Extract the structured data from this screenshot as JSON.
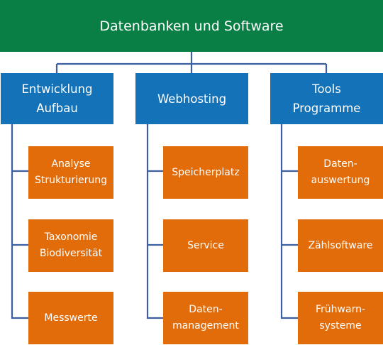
{
  "colors": {
    "root": "#0a7f45",
    "category": "#1472b9",
    "leaf": "#e36c0a",
    "connector": "#3c5fa0",
    "text": "#ffffff"
  },
  "root": {
    "lines": [
      "Datenbanken und Software"
    ]
  },
  "columns": [
    {
      "lines": [
        "Entwicklung",
        "Aufbau"
      ],
      "items": [
        {
          "lines": [
            "Analyse",
            "Strukturierung"
          ]
        },
        {
          "lines": [
            "Taxonomie",
            "Biodiversität"
          ]
        },
        {
          "lines": [
            "Messwerte"
          ]
        }
      ]
    },
    {
      "lines": [
        "Webhosting"
      ],
      "items": [
        {
          "lines": [
            "Speicherplatz"
          ]
        },
        {
          "lines": [
            "Service"
          ]
        },
        {
          "lines": [
            "Daten-",
            "management"
          ]
        }
      ]
    },
    {
      "lines": [
        "Tools",
        "Programme"
      ],
      "items": [
        {
          "lines": [
            "Daten-",
            "auswertung"
          ]
        },
        {
          "lines": [
            "Zählsoftware"
          ]
        },
        {
          "lines": [
            "Frühwarn-",
            "systeme"
          ]
        }
      ]
    }
  ]
}
